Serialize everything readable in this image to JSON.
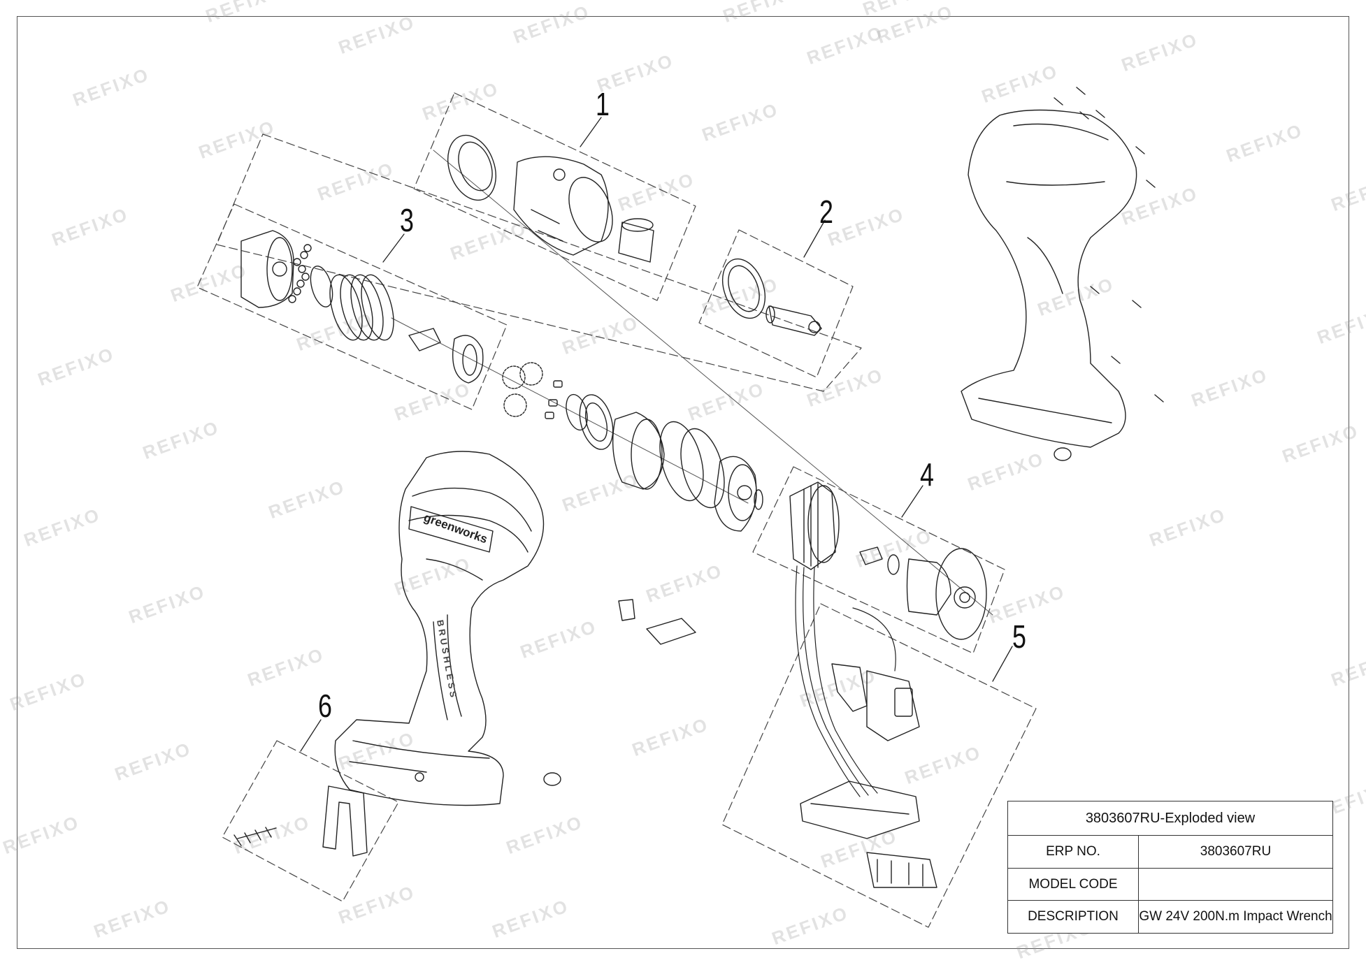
{
  "watermark": "REFIXO",
  "callouts": [
    "1",
    "2",
    "3",
    "4",
    "5",
    "6"
  ],
  "brand_logo": "greenworks",
  "grip_lettering": "BRUSHLESS",
  "title_block": {
    "title": "3803607RU-Exploded view",
    "rows": [
      {
        "label": "ERP NO.",
        "value": "3803607RU"
      },
      {
        "label": "MODEL CODE",
        "value": ""
      },
      {
        "label": "DESCRIPTION",
        "value": "GW 24V 200N.m Impact Wrench"
      }
    ]
  }
}
